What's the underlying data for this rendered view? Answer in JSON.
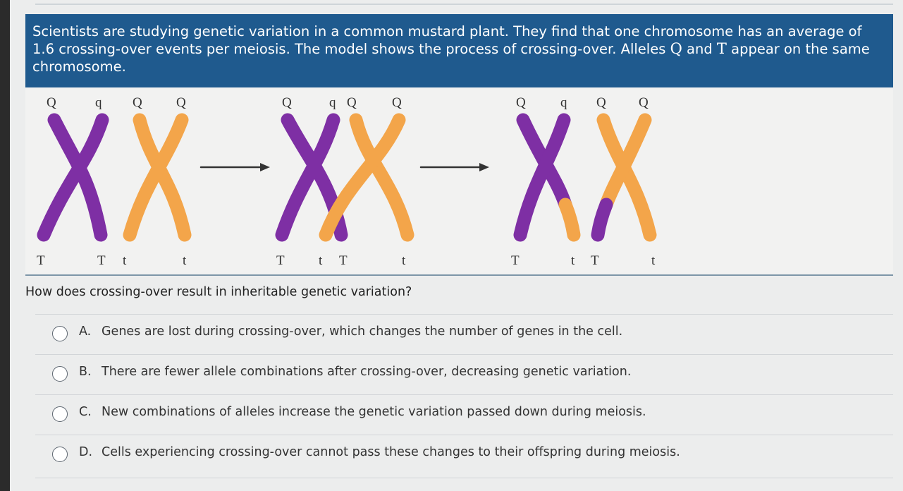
{
  "question": {
    "prompt_part1": "Scientists are studying genetic variation in a common mustard plant. They find that one chromosome has an average of 1.6 crossing-over events per meiosis. The model shows the process of crossing-over. Alleles ",
    "allele_q": "Q",
    "prompt_part2": " and ",
    "allele_t": "T",
    "prompt_part3": " appear on the same chromosome.",
    "text": "How does crossing-over result in inheritable genetic variation?"
  },
  "figure": {
    "colors": {
      "purple": "#7e2fa4",
      "orange": "#f3a54a",
      "arrow": "#333333"
    },
    "panel1": {
      "top_labels": [
        "Q",
        "q",
        "Q",
        "Q"
      ],
      "bottom_labels": [
        "T",
        "T",
        "t",
        "t"
      ]
    },
    "panel2": {
      "top_labels": [
        "Q",
        "q",
        "Q",
        "Q"
      ],
      "bottom_labels": [
        "T",
        "t",
        "T",
        "t"
      ]
    },
    "panel3": {
      "top_labels": [
        "Q",
        "q",
        "Q",
        "Q"
      ],
      "bottom_labels": [
        "T",
        "t",
        "T",
        "t"
      ]
    }
  },
  "choices": [
    {
      "letter": "A.",
      "text": "Genes are lost during crossing-over, which changes the number of genes in the cell."
    },
    {
      "letter": "B.",
      "text": "There are fewer allele combinations after crossing-over, decreasing genetic variation."
    },
    {
      "letter": "C.",
      "text": "New combinations of alleles increase the genetic variation passed down during meiosis."
    },
    {
      "letter": "D.",
      "text": "Cells experiencing crossing-over cannot pass these changes to their offspring during meiosis."
    }
  ]
}
